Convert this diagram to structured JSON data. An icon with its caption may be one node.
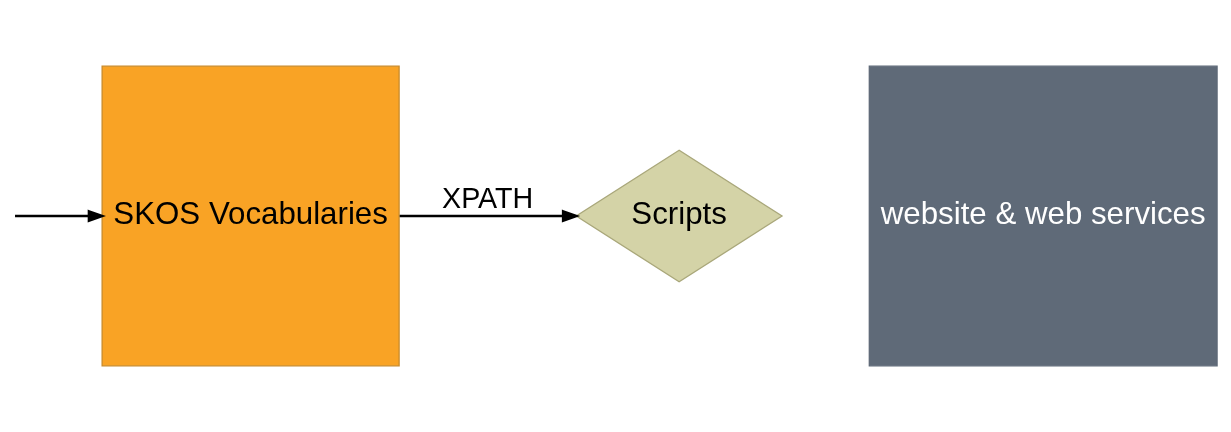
{
  "diagram": {
    "nodes": [
      {
        "text": [
          "SKOS Vocabularies"
        ]
      },
      {
        "text": [
          "Scripts"
        ]
      },
      {
        "text": [
          "website & web services"
        ]
      }
    ],
    "edges": [
      {
        "from": null,
        "to": 0,
        "arrow": "to"
      },
      {
        "from": 0,
        "to": 1,
        "label": "XPATH",
        "arrow": "to"
      }
    ]
  }
}
